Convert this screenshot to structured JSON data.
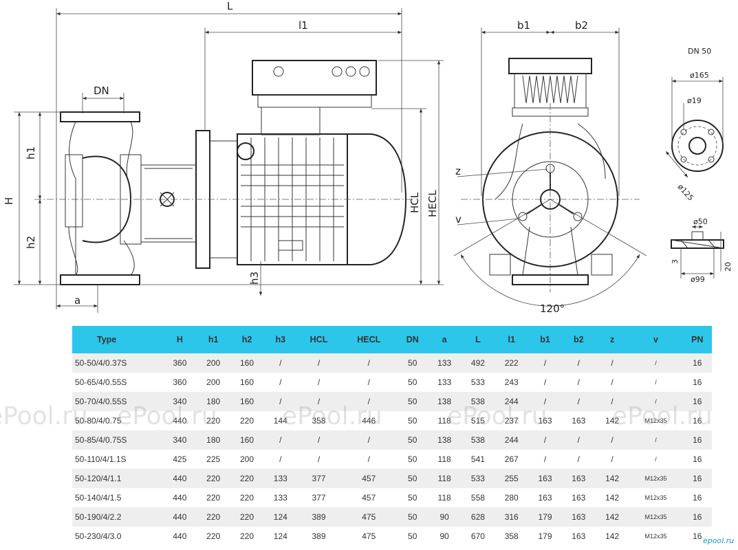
{
  "drawing": {
    "labels": {
      "L": "L",
      "l1": "l1",
      "DN": "DN",
      "h1": "h1",
      "H": "H",
      "h2": "h2",
      "h3": "h3",
      "a": "a",
      "HCL": "HCL",
      "HECL": "HECL",
      "b1": "b1",
      "b2": "b2",
      "z": "z",
      "v": "v",
      "angle": "120°"
    },
    "flange": {
      "title": "DN 50",
      "outer": "ø165",
      "hole": "ø19",
      "bolt_circle": "ø125",
      "inner": "ø50",
      "base": "ø99",
      "thickness": "3",
      "height": "20"
    }
  },
  "table": {
    "headers": [
      "Type",
      "H",
      "h1",
      "h2",
      "h3",
      "HCL",
      "HECL",
      "DN",
      "a",
      "L",
      "l1",
      "b1",
      "b2",
      "z",
      "v",
      "PN"
    ],
    "rows": [
      [
        "50-50/4/0.37S",
        "360",
        "200",
        "160",
        "/",
        "/",
        "/",
        "50",
        "133",
        "492",
        "222",
        "/",
        "/",
        "/",
        "/",
        "16"
      ],
      [
        "50-65/4/0.55S",
        "360",
        "200",
        "160",
        "/",
        "/",
        "/",
        "50",
        "133",
        "533",
        "243",
        "/",
        "/",
        "/",
        "/",
        "16"
      ],
      [
        "50-70/4/0.55S",
        "340",
        "180",
        "160",
        "/",
        "/",
        "/",
        "50",
        "138",
        "538",
        "244",
        "/",
        "/",
        "/",
        "/",
        "16"
      ],
      [
        "50-80/4/0.75",
        "440",
        "220",
        "220",
        "144",
        "358",
        "446",
        "50",
        "118",
        "515",
        "237",
        "163",
        "163",
        "142",
        "M12x35",
        "16"
      ],
      [
        "50-85/4/0.75S",
        "340",
        "180",
        "160",
        "/",
        "/",
        "/",
        "50",
        "138",
        "538",
        "244",
        "/",
        "/",
        "/",
        "/",
        "16"
      ],
      [
        "50-110/4/1.1S",
        "425",
        "225",
        "200",
        "/",
        "/",
        "/",
        "50",
        "118",
        "541",
        "267",
        "/",
        "/",
        "/",
        "/",
        "16"
      ],
      [
        "50-120/4/1.1",
        "440",
        "220",
        "220",
        "133",
        "377",
        "457",
        "50",
        "118",
        "533",
        "255",
        "163",
        "163",
        "142",
        "M12x35",
        "16"
      ],
      [
        "50-140/4/1.5",
        "440",
        "220",
        "220",
        "133",
        "377",
        "457",
        "50",
        "118",
        "558",
        "280",
        "163",
        "163",
        "142",
        "M12x35",
        "16"
      ],
      [
        "50-190/4/2.2",
        "440",
        "220",
        "220",
        "124",
        "389",
        "475",
        "50",
        "90",
        "628",
        "316",
        "179",
        "163",
        "142",
        "M12x35",
        "16"
      ],
      [
        "50-230/4/3.0",
        "440",
        "220",
        "220",
        "124",
        "389",
        "475",
        "50",
        "90",
        "670",
        "358",
        "179",
        "163",
        "142",
        "M12x35",
        "16"
      ]
    ]
  },
  "watermark": "ePool.ru",
  "corner_logo": "epool.ru",
  "colors": {
    "header_bg": "#2cc6ea",
    "row_alt": "#eeeeee"
  }
}
